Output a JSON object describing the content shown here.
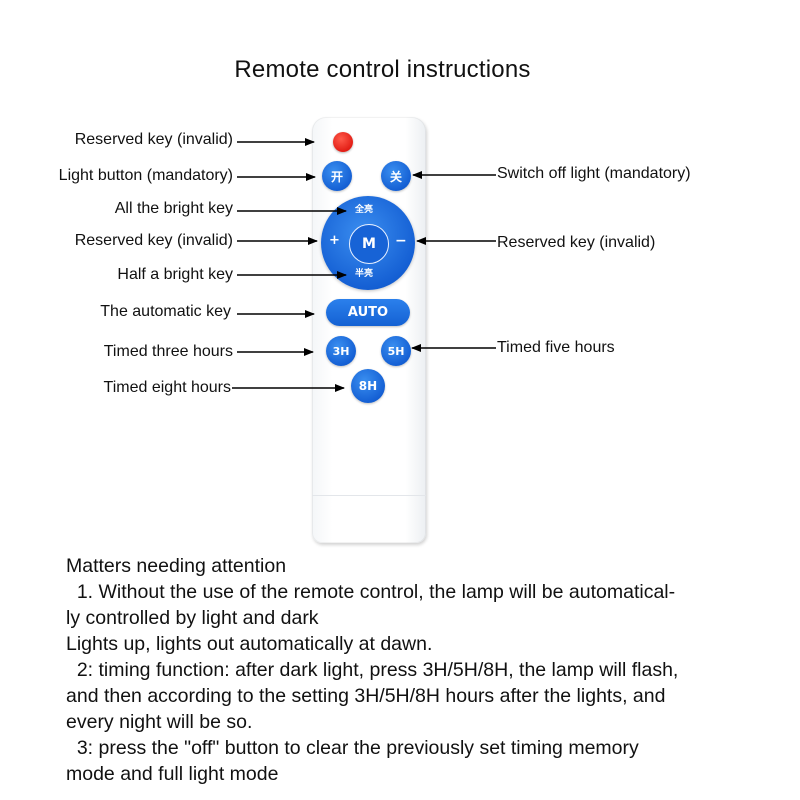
{
  "title": "Remote control instructions",
  "remote": {
    "key_on": "开",
    "key_off": "关",
    "dpad_top": "全亮",
    "dpad_bottom": "半亮",
    "dpad_left": "+",
    "dpad_right": "−",
    "dpad_center": "M",
    "auto": "AUTO",
    "timer_3h": "3H",
    "timer_5h": "5H",
    "timer_8h": "8H",
    "colors": {
      "button_blue": "#1560d4",
      "reserved_red": "#e01a12"
    }
  },
  "labels": {
    "reserved_top": "Reserved key (invalid)",
    "light_button": "Light button (mandatory)",
    "all_bright": "All the bright key",
    "reserved_left": "Reserved key (invalid)",
    "half_bright": "Half a bright key",
    "automatic": "The automatic key",
    "timed_three": "Timed three hours",
    "timed_eight": "Timed eight hours",
    "switch_off": "Switch off light (mandatory)",
    "reserved_right": "Reserved key (invalid)",
    "timed_five": "Timed five hours"
  },
  "notes": {
    "heading": "Matters needing attention",
    "lines": [
      "  1. Without the use of the remote control, the lamp will be automatical-",
      "ly controlled by light and dark",
      "Lights up, lights out automatically at dawn.",
      "  2: timing function: after dark light, press 3H/5H/8H, the lamp will flash,",
      "and then according to the setting 3H/5H/8H hours after the lights, and",
      "every night will be so.",
      "  3: press the \"off\" button to clear the previously set timing memory",
      "mode and full light mode"
    ]
  }
}
